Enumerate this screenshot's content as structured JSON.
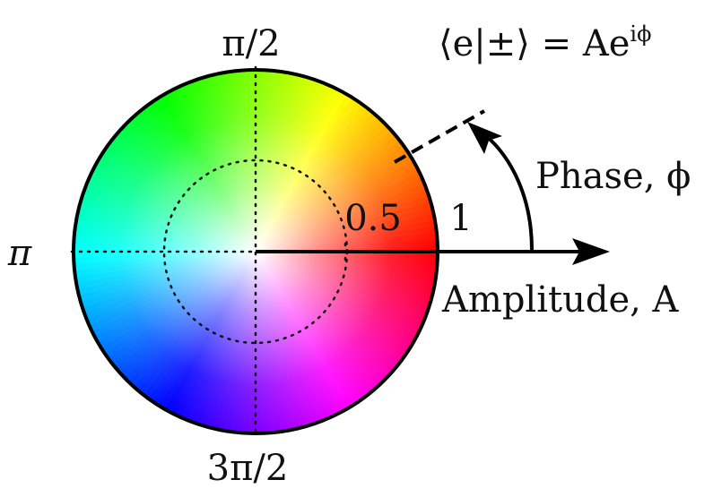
{
  "diagram": {
    "equation": {
      "main": "⟨e|±⟩ = Ae",
      "superscript": "iϕ"
    },
    "angle_labels": {
      "top": "π/2",
      "left": "π",
      "bottom": "3π/2"
    },
    "radius_ticks": {
      "half": "0.5",
      "full": "1"
    },
    "phase_label": "Phase, ϕ",
    "amplitude_label": "Amplitude, A",
    "colors": {
      "phase_0": "#ff0000",
      "phase_pi_over_4": "#ff8800",
      "phase_pi_over_2": "#ffff00",
      "phase_3pi_over_4": "#88ff00",
      "phase_pi": "#00ff44",
      "phase_5pi_over_4": "#00ffff",
      "phase_3pi_over_2": "#0000ff",
      "phase_7pi_over_4": "#ff00ff",
      "center": "#ffffff",
      "outline": "#000000"
    },
    "phase_example_deg": 40
  }
}
